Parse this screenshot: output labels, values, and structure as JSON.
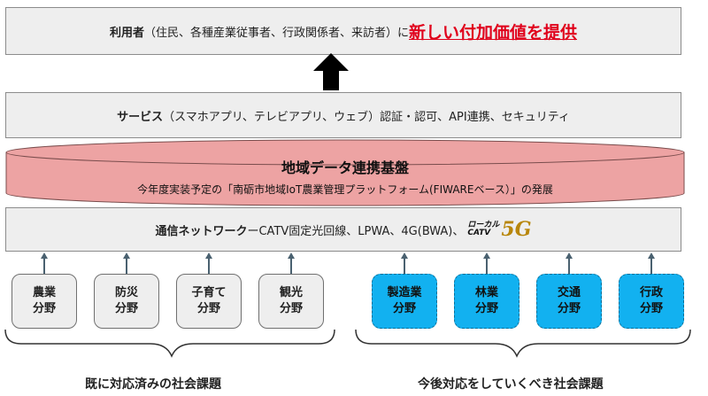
{
  "top": {
    "label_bold": "利用者",
    "label_rest": "（住民、各種産業従事者、行政関係者、来訪者）に",
    "highlight": "新しい付加価値を提供"
  },
  "service": {
    "label_bold": "サービス",
    "label_rest": "（スマホアプリ、テレビアプリ、ウェブ）認証・認可、API連携、セキュリティ"
  },
  "platform": {
    "title": "地域データ連携基盤",
    "subtitle": "今年度実装予定の「南砺市地域IoT農業管理プラットフォーム(FIWAREベース）」の発展",
    "fill_color": "#eda3a3",
    "stroke_color": "#7a4d4d"
  },
  "network": {
    "label_bold": "通信ネットワーク",
    "label_rest": "ーCATV固定光回線、LPWA、4G(BWA)、",
    "logo_line1": "ローカル",
    "logo_line2": "CATV",
    "logo_mark": "5G"
  },
  "existing_fields": [
    "農業\n分野",
    "防災\n分野",
    "子育て\n分野",
    "観光\n分野"
  ],
  "future_fields": [
    "製造業\n分野",
    "林業\n分野",
    "交通\n分野",
    "行政\n分野"
  ],
  "captions": {
    "left": "既に対応済みの社会課題",
    "right": "今後対応をしていくべき社会課題"
  },
  "colors": {
    "highlight_red": "#e0001b",
    "future_blue": "#12b1f0",
    "box_gray": "#eeeeee"
  }
}
